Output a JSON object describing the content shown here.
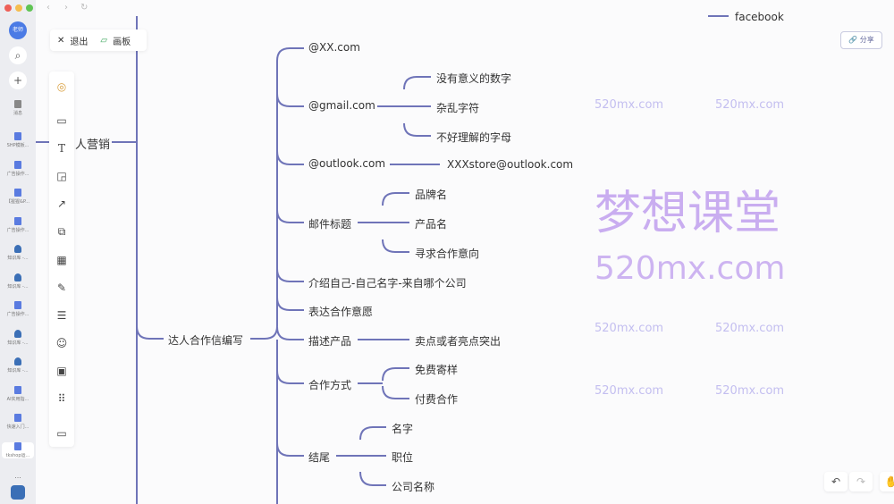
{
  "sidebar": {
    "avatar": "老师",
    "message_label": "消息",
    "docs": [
      "SHP模板...",
      "广告操作...",
      "【猩猩&P...",
      "广告操作...",
      "知识库 -...",
      "知识库 -...",
      "广告操作...",
      "知识库 -...",
      "知识库 -...",
      "AI实用指...",
      "快速入门...",
      "tkshop运..."
    ],
    "more": "..."
  },
  "toolbar": {
    "exit": "退出",
    "board": "画板"
  },
  "share": "分享",
  "mindmap": {
    "root": "人营销",
    "top_right": "facebook",
    "branch": "达人合作信编写",
    "children": [
      "@XX.com",
      "@gmail.com",
      "@outlook.com",
      "邮件标题",
      "介绍自己-自己名字-来自哪个公司",
      "表达合作意愿",
      "描述产品",
      "合作方式",
      "结尾"
    ],
    "gmail_children": [
      "没有意义的数字",
      "杂乱字符",
      "不好理解的字母"
    ],
    "outlook_child": "XXXstore@outlook.com",
    "title_children": [
      "品牌名",
      "产品名",
      "寻求合作意向"
    ],
    "product_child": "卖点或者亮点突出",
    "coop_children": [
      "免费寄样",
      "付费合作"
    ],
    "end_children": [
      "名字",
      "职位",
      "公司名称"
    ]
  },
  "watermark": {
    "big": "梦想课堂",
    "url": "520mx.com"
  },
  "colors": {
    "line": "#6f74b8",
    "accent": "#5a7be0"
  }
}
